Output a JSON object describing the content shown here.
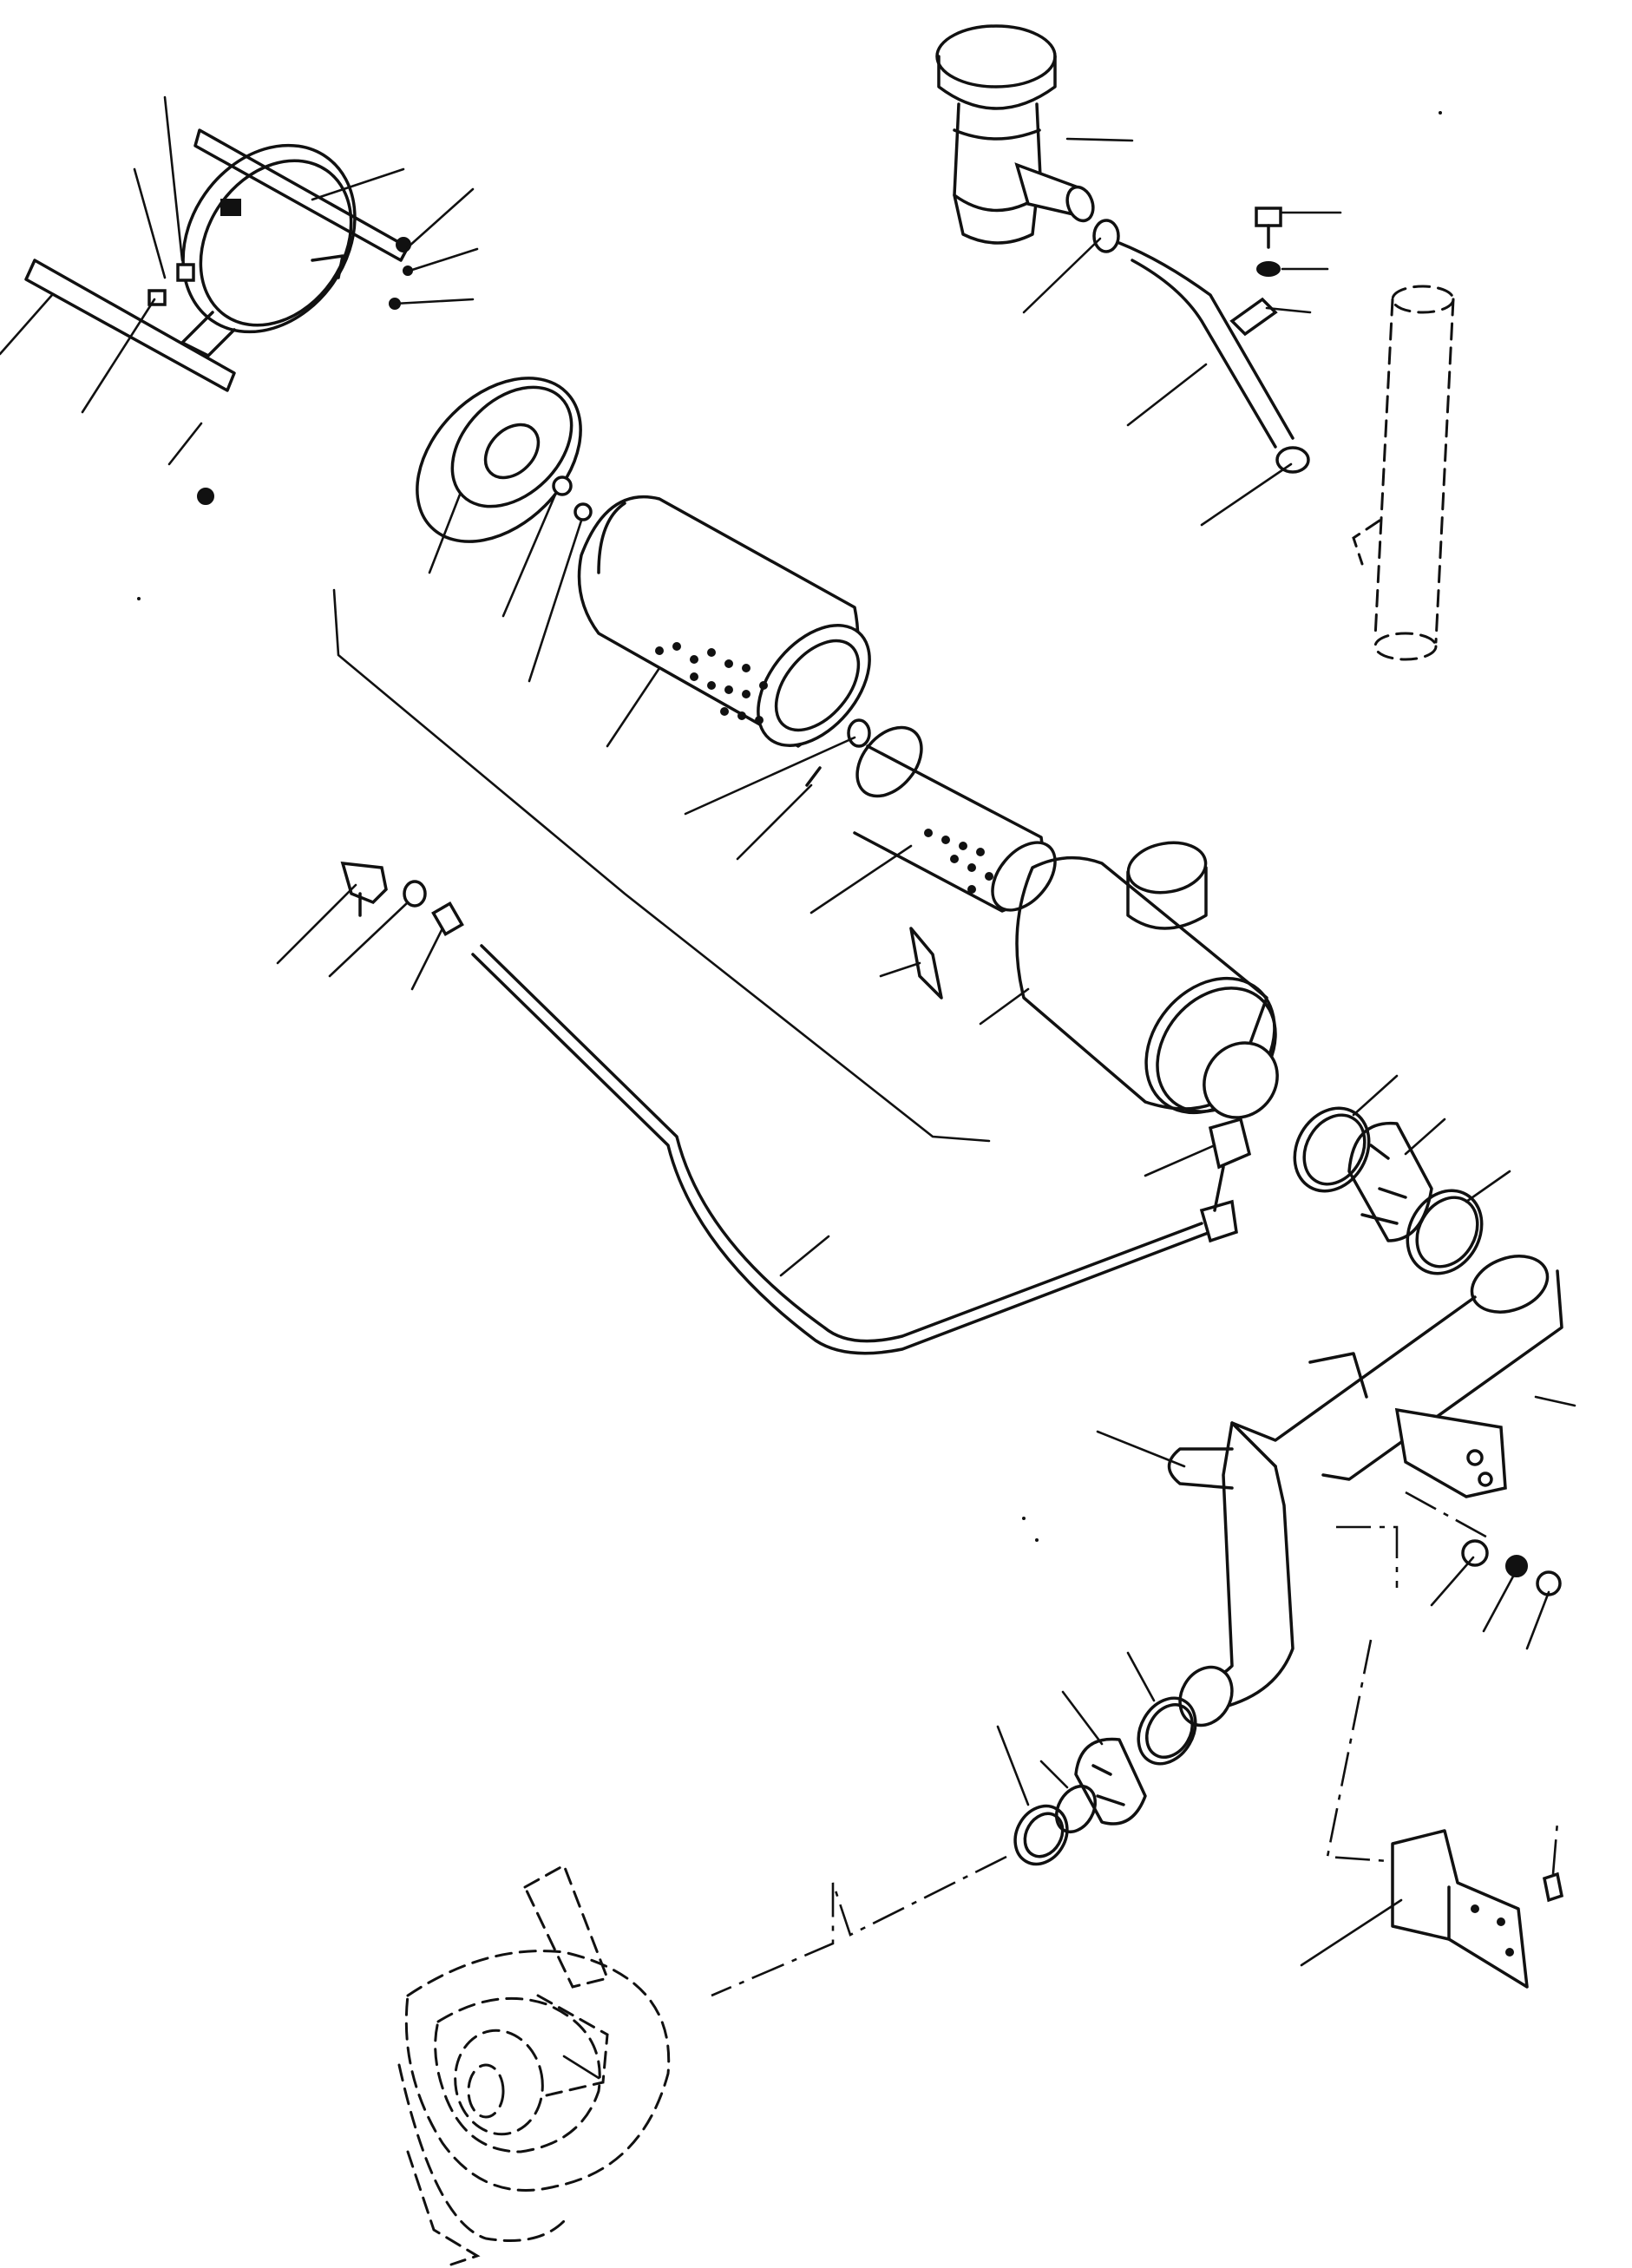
{
  "diagram": {
    "parts": [
      {
        "id": "precleaner",
        "name": "precleaner-cap"
      },
      {
        "id": "mount-band",
        "name": "mounting-band"
      },
      {
        "id": "main-element",
        "name": "primary-filter-element"
      },
      {
        "id": "safety-element",
        "name": "safety-filter-element"
      },
      {
        "id": "air-cleaner-body",
        "name": "air-cleaner-housing"
      },
      {
        "id": "intake-pipe",
        "name": "intake-pipe"
      },
      {
        "id": "indicator-line",
        "name": "restriction-indicator-tube"
      },
      {
        "id": "turbo",
        "name": "turbocharger"
      }
    ],
    "colors": {
      "line": "#111111",
      "background": "#ffffff"
    }
  }
}
